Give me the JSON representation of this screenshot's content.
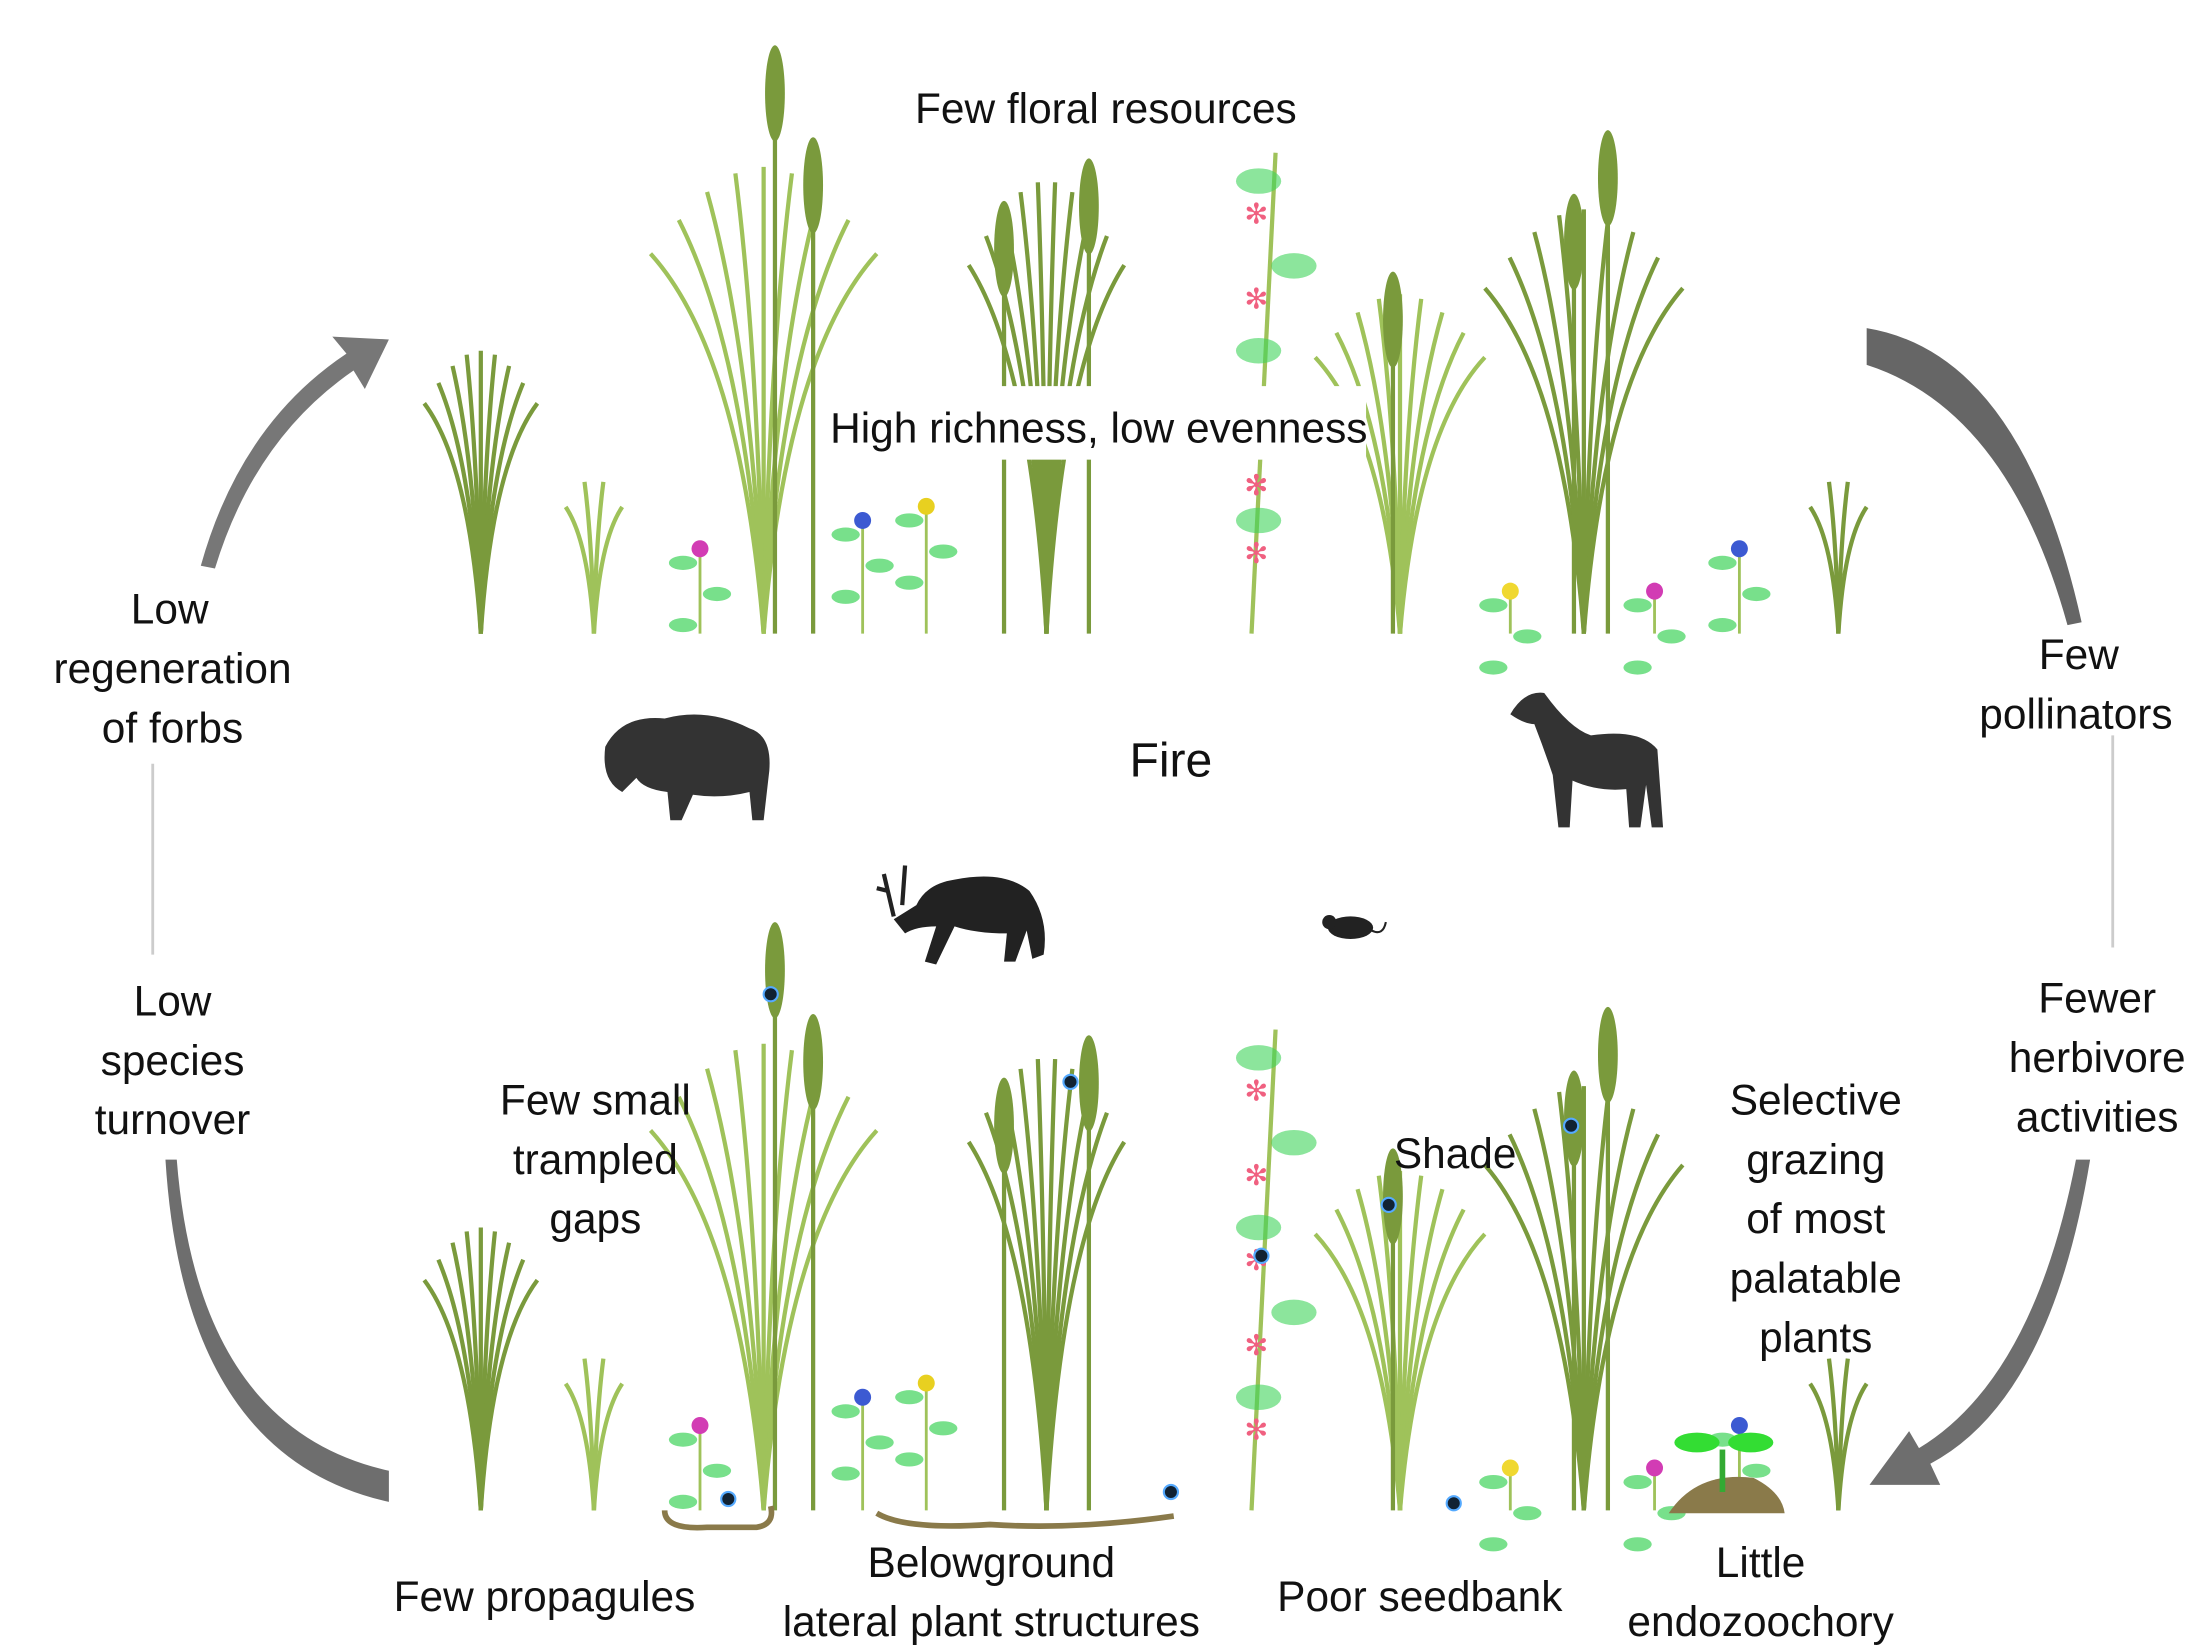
{
  "labels": {
    "floral": "Few floral resources",
    "richness": "High richness, low evenness",
    "fire": "Fire",
    "regen": [
      "Low",
      "regeneration",
      "of forbs"
    ],
    "pollinators": [
      "Few",
      "pollinators"
    ],
    "herbivore": [
      "Fewer",
      "herbivore",
      "activities"
    ],
    "turnover": [
      "Low",
      "species",
      "turnover"
    ],
    "gaps": [
      "Few small",
      "trampled",
      "gaps"
    ],
    "shade": "Shade",
    "selective": [
      "Selective",
      "grazing",
      "of most",
      "palatable",
      "plants"
    ],
    "propagules": "Few propagules",
    "belowground": [
      "Belowground",
      "lateral plant structures"
    ],
    "seedbank": "Poor seedbank",
    "endozoochory": [
      "Little",
      "endozoochory"
    ]
  },
  "colors": {
    "grass": "#7a9a3c",
    "grass_light": "#9fc25a",
    "leaf": "#3fd35a",
    "arrow": "#6e6e6e",
    "animal": "#333333",
    "soil": "#8a7a4a"
  }
}
